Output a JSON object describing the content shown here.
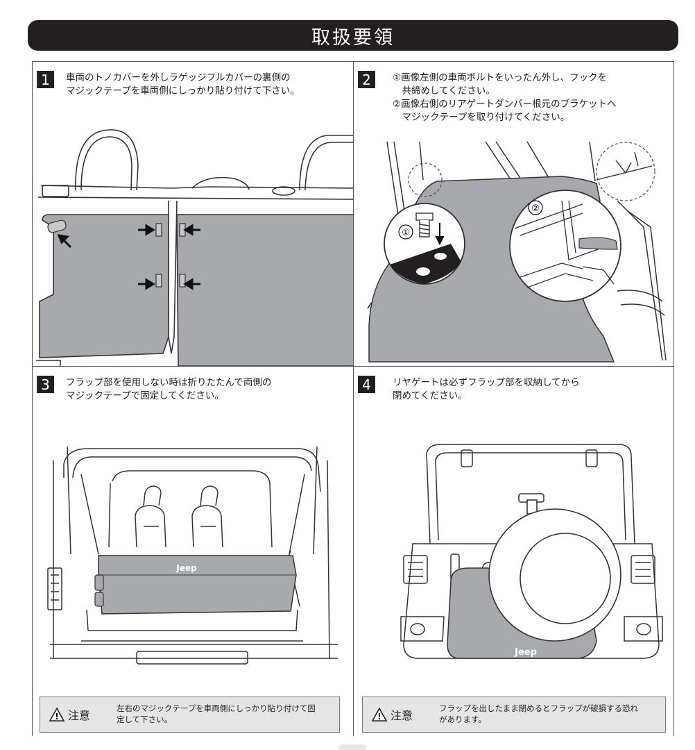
{
  "title": "取扱要領",
  "steps": [
    {
      "num": "1",
      "lines": [
        "車両のトノカバーを外しラゲッジフルカバーの裏側の",
        "マジックテープを車両側にしっかり貼り付けて下さい。"
      ]
    },
    {
      "num": "2",
      "lines": [
        "①画像左側の車両ボルトをいったん外し、フックを",
        "　共締めしてください。",
        "②画像右側のリアゲートダンパー根元のブラケットへ",
        "　マジックテープを取り付けてください。"
      ],
      "markers": [
        "①",
        "②"
      ]
    },
    {
      "num": "3",
      "lines": [
        "フラップ部を使用しない時は折りたたんで両側の",
        "マジックテープで固定してください。"
      ],
      "logo": "Jeep"
    },
    {
      "num": "4",
      "lines": [
        "リヤゲートは必ずフラップ部を収納してから",
        "閉めてください。"
      ],
      "logo": "Jeep"
    }
  ],
  "cautions": [
    {
      "label": "注意",
      "lines": [
        "左右のマジックテープを車両側にしっかり貼り付けて固",
        "定して下さい。"
      ]
    },
    {
      "label": "注意",
      "lines": [
        "フラップを出したまま閉めるとフラップが破損する恐れ",
        "があります。"
      ]
    }
  ]
}
